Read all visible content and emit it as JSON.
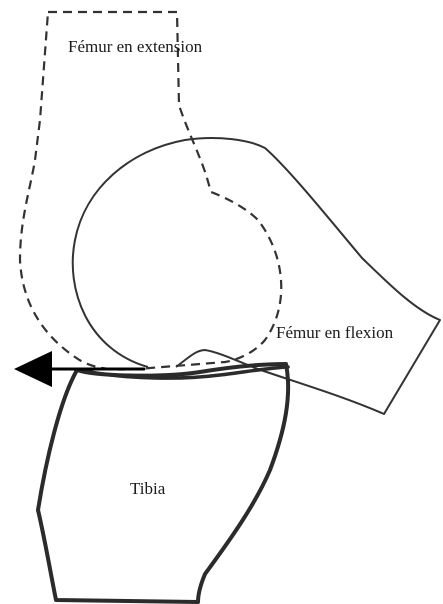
{
  "labels": {
    "femur_extension": "Fémur en extension",
    "femur_flexion": "Fémur en flexion",
    "tibia": "Tibia"
  },
  "colors": {
    "stroke": "#333333",
    "tibia_stroke": "#2b2b2b",
    "arrow": "#000000",
    "background": "#ffffff"
  }
}
